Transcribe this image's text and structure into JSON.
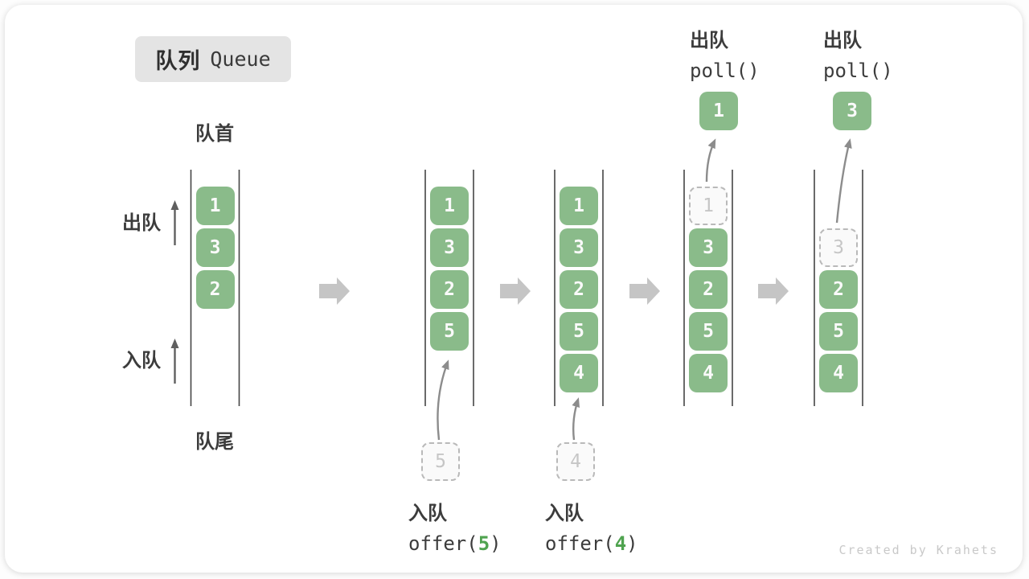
{
  "title": {
    "zh": "队列",
    "en": "Queue"
  },
  "labels": {
    "front": "队首",
    "rear": "队尾",
    "dequeue": "出队",
    "enqueue": "入队"
  },
  "queues": [
    {
      "cells": [
        {
          "slot": 0,
          "value": "1",
          "state": "filled"
        },
        {
          "slot": 1,
          "value": "3",
          "state": "filled"
        },
        {
          "slot": 2,
          "value": "2",
          "state": "filled"
        }
      ]
    },
    {
      "cells": [
        {
          "slot": 0,
          "value": "1",
          "state": "filled"
        },
        {
          "slot": 1,
          "value": "3",
          "state": "filled"
        },
        {
          "slot": 2,
          "value": "2",
          "state": "filled"
        },
        {
          "slot": 3,
          "value": "5",
          "state": "filled"
        }
      ]
    },
    {
      "cells": [
        {
          "slot": 0,
          "value": "1",
          "state": "filled"
        },
        {
          "slot": 1,
          "value": "3",
          "state": "filled"
        },
        {
          "slot": 2,
          "value": "2",
          "state": "filled"
        },
        {
          "slot": 3,
          "value": "5",
          "state": "filled"
        },
        {
          "slot": 4,
          "value": "4",
          "state": "filled"
        }
      ]
    },
    {
      "cells": [
        {
          "slot": 0,
          "value": "1",
          "state": "ghost"
        },
        {
          "slot": 1,
          "value": "3",
          "state": "filled"
        },
        {
          "slot": 2,
          "value": "2",
          "state": "filled"
        },
        {
          "slot": 3,
          "value": "5",
          "state": "filled"
        },
        {
          "slot": 4,
          "value": "4",
          "state": "filled"
        }
      ]
    },
    {
      "cells": [
        {
          "slot": 1,
          "value": "3",
          "state": "ghost"
        },
        {
          "slot": 2,
          "value": "2",
          "state": "filled"
        },
        {
          "slot": 3,
          "value": "5",
          "state": "filled"
        },
        {
          "slot": 4,
          "value": "4",
          "state": "filled"
        }
      ]
    }
  ],
  "enqueue_ops": [
    {
      "label": "入队",
      "fn": "offer(",
      "arg": "5",
      "close": ")",
      "source_value": "5"
    },
    {
      "label": "入队",
      "fn": "offer(",
      "arg": "4",
      "close": ")",
      "source_value": "4"
    }
  ],
  "dequeue_ops": [
    {
      "label": "出队",
      "code": "poll()",
      "result_value": "1"
    },
    {
      "label": "出队",
      "code": "poll()",
      "result_value": "3"
    }
  ],
  "watermark": "Created by Krahets",
  "colors": {
    "cell": "#8abb8a",
    "cell_text": "#fafafa",
    "accent_green": "#4fa34f",
    "ghost_border": "#b9b9b9",
    "ghost_text": "#c6c6c6",
    "wall": "#454545",
    "curved_arrow": "#8c8c8c",
    "straight_arrow": "#5f5f5f",
    "block_arrow": "#c5c5c5",
    "label_text": "#3c3c3c",
    "title_bg": "#e4e4e4",
    "watermark": "#c9c9c9"
  }
}
